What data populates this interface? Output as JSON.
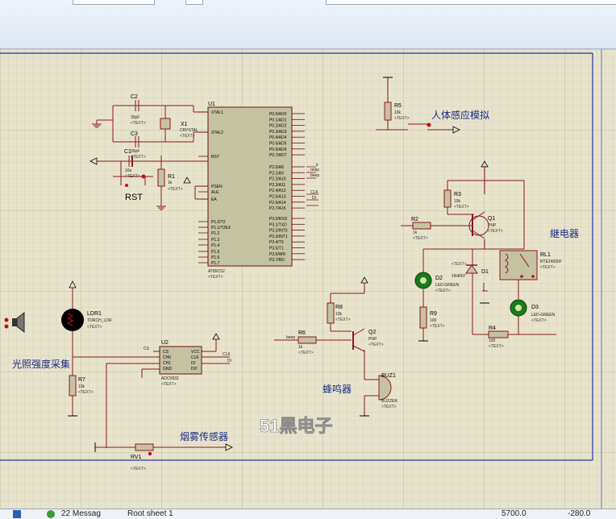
{
  "schematic": {
    "components": {
      "u1": {
        "ref": "U1",
        "part": "AT89C52"
      },
      "u2": {
        "ref": "U2",
        "part": "ADC0832"
      },
      "x1": {
        "ref": "X1",
        "part": "CRYSTAL"
      },
      "c1": {
        "ref": "C1",
        "value": "10u"
      },
      "c2": {
        "ref": "C2",
        "value": "30pF"
      },
      "c3": {
        "ref": "C3",
        "value": "30pF"
      },
      "r1": {
        "ref": "R1",
        "value": "1k"
      },
      "r2": {
        "ref": "R2",
        "value": "1k"
      },
      "r3": {
        "ref": "R3",
        "value": "10k"
      },
      "r4": {
        "ref": "R4",
        "value": "100"
      },
      "r5": {
        "ref": "R5",
        "value": "10k"
      },
      "r6": {
        "ref": "R6",
        "value": "1k"
      },
      "r7": {
        "ref": "R7",
        "value": "10k"
      },
      "r8": {
        "ref": "R8",
        "value": "10k"
      },
      "r9": {
        "ref": "R9",
        "value": "100"
      },
      "q1": {
        "ref": "Q1",
        "part": "PNP"
      },
      "q2": {
        "ref": "Q2",
        "part": "PNP"
      },
      "d1": {
        "ref": "D1",
        "part": "1N4007"
      },
      "d2": {
        "ref": "D2",
        "part": "LED-GREEN"
      },
      "d3": {
        "ref": "D3",
        "part": "LED-GREEN"
      },
      "rl1": {
        "ref": "RL1",
        "part": "RTE24005F"
      },
      "ldr1": {
        "ref": "LDR1",
        "part": "TORCH_LDR"
      },
      "buz1": {
        "ref": "BUZ1",
        "part": "BUZZER"
      },
      "rv1": {
        "ref": "RV1"
      }
    },
    "text_placeholder": "<TEXT>",
    "u1_pins_left": [
      "XTAL1",
      "XTAL2",
      "RST",
      "PSEN",
      "ALE",
      "EA",
      "P1.0/T2",
      "P1.1/T2EX",
      "P1.2",
      "P1.3",
      "P1.4",
      "P1.5",
      "P1.6",
      "P1.7"
    ],
    "u1_pins_right": [
      "P0.0/AD0",
      "P0.1/AD1",
      "P0.2/AD2",
      "P0.3/AD3",
      "P0.4/AD4",
      "P0.5/AD5",
      "P0.6/AD6",
      "P0.7/AD7",
      "P2.0/A8",
      "P2.1/A9",
      "P2.2/A10",
      "P2.3/A11",
      "P2.4/A12",
      "P2.5/A13",
      "P2.6/A14",
      "P2.7/A15",
      "P3.0/RXD",
      "P3.1/TXD",
      "P3.2/INT0",
      "P3.3/INT1",
      "P3.4/T0",
      "P3.5/T1",
      "P3.6/WR",
      "P3.7/RD"
    ],
    "u2_pins_left": [
      "CS",
      "CH0",
      "CH1",
      "GND"
    ],
    "u2_pins_right": [
      "VCC",
      "CLK",
      "DI",
      "DO"
    ],
    "net_labels": {
      "cs": "CS",
      "clk": "CLK",
      "di": "DI",
      "relay": "relay",
      "beep": "beep",
      "ir": "ir"
    },
    "captions": {
      "rst": "RST",
      "human_sensor": "人体感应模拟",
      "relay": "継电器",
      "light_sensor": "光照强度采集",
      "buzzer": "蜂鸣器",
      "smoke_sensor": "烟雾传感器"
    },
    "watermark": "51黑电子"
  },
  "statusbar": {
    "messages": "22 Messag",
    "sheet": "Root sheet 1",
    "coord_x": "5700.0",
    "coord_y": "-280.0"
  }
}
